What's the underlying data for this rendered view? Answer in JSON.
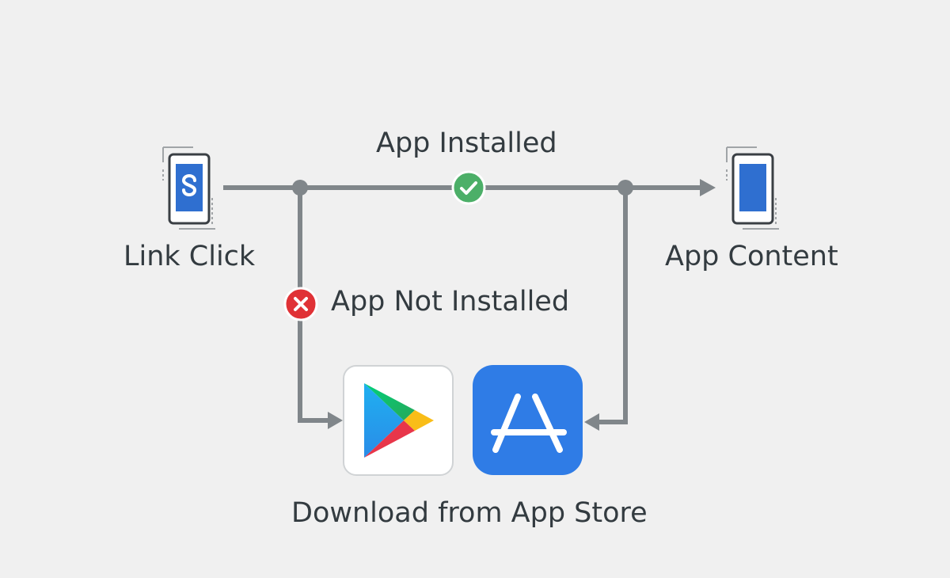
{
  "labels": {
    "app_installed": "App Installed",
    "app_not_installed": "App Not Installed",
    "link_click": "Link Click",
    "app_content": "App Content",
    "download": "Download from App Store"
  },
  "icons": {
    "source_phone": "phone-link-icon",
    "target_phone": "phone-content-icon",
    "success": "check-circle-icon",
    "failure": "x-circle-icon",
    "play_store": "google-play-icon",
    "app_store": "apple-app-store-icon"
  },
  "colors": {
    "background": "#f0f0f0",
    "line": "#80868a",
    "text": "#333b40",
    "phone_screen": "#2f6fd0",
    "success": "#4caf68",
    "failure": "#e03236",
    "app_store_bg": "#2f7ce6"
  }
}
